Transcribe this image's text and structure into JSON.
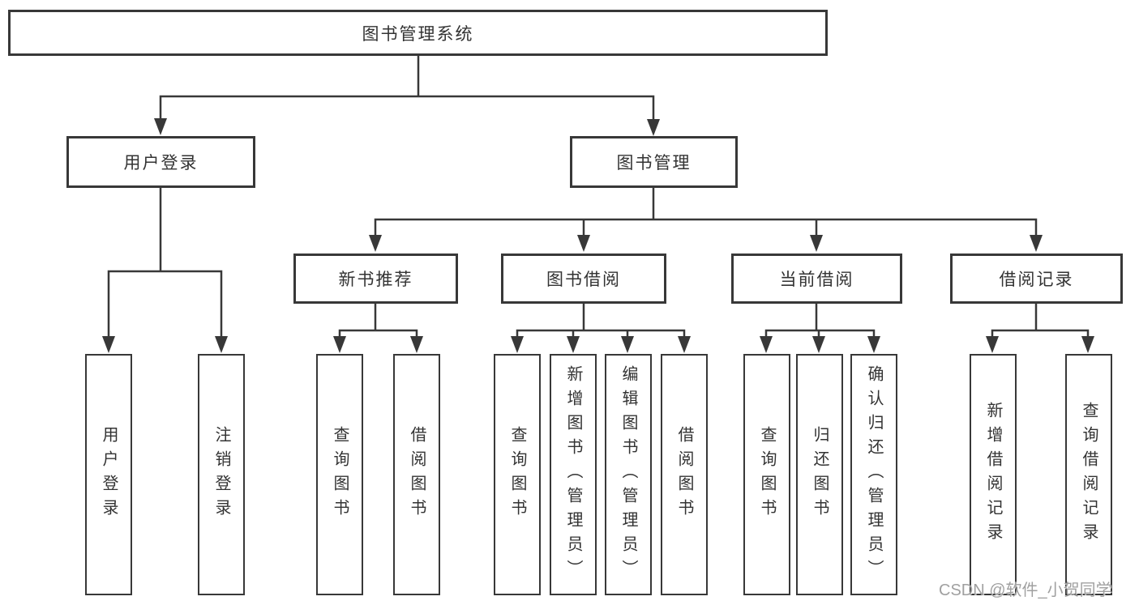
{
  "diagram": {
    "root": "图书管理系统",
    "level2": {
      "user_login": "用户登录",
      "book_mgmt": "图书管理"
    },
    "level3": {
      "new_book_rec": "新书推荐",
      "book_borrow": "图书借阅",
      "current_borrow": "当前借阅",
      "borrow_record": "借阅记录"
    },
    "leaves": {
      "user_login": "用户登录",
      "logout": "注销登录",
      "rec_query_books": "查询图书",
      "rec_borrow_books": "借阅图书",
      "bb_query_books": "查询图书",
      "bb_add_books_admin": "新增图书（管理员）",
      "bb_edit_books_admin": "编辑图书（管理员）",
      "bb_borrow_books": "借阅图书",
      "cb_query_books": "查询图书",
      "cb_return_books": "归还图书",
      "cb_confirm_return_admin": "确认归还（管理员）",
      "br_add_record": "新增借阅记录",
      "br_query_record": "查询借阅记录"
    }
  },
  "watermark": {
    "text": "CSDN @软件_小贺同学"
  },
  "colors": {
    "line": "#383838",
    "text": "#333333",
    "watermark": "#a0a0a0",
    "background": "#ffffff"
  }
}
